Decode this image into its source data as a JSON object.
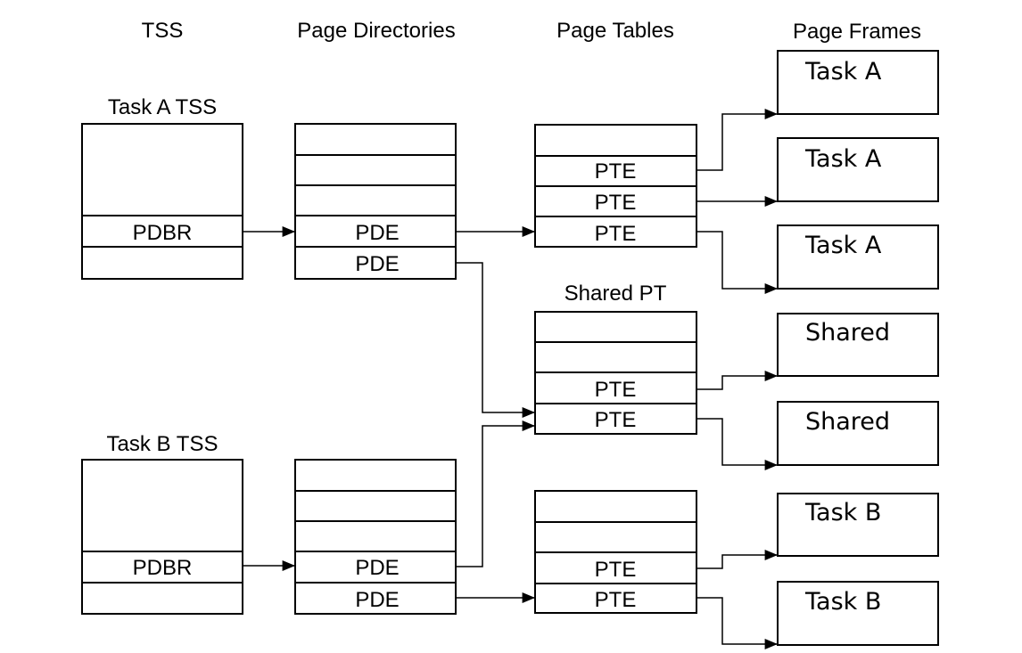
{
  "headers": {
    "tss": "TSS",
    "page_directories": "Page Directories",
    "page_tables": "Page Tables",
    "page_frames": "Page Frames"
  },
  "task_a": {
    "tss_title": "Task A TSS",
    "pdbr": "PDBR",
    "pde_1": "PDE",
    "pde_2": "PDE",
    "pte_1": "PTE",
    "pte_2": "PTE",
    "pte_3": "PTE"
  },
  "shared": {
    "pt_title": "Shared PT",
    "pte_1": "PTE",
    "pte_2": "PTE"
  },
  "task_b": {
    "tss_title": "Task B TSS",
    "pdbr": "PDBR",
    "pde_1": "PDE",
    "pde_2": "PDE",
    "pte_1": "PTE",
    "pte_2": "PTE"
  },
  "frames": [
    "Task A",
    "Task A",
    "Task A",
    "Shared",
    "Shared",
    "Task B",
    "Task B"
  ]
}
